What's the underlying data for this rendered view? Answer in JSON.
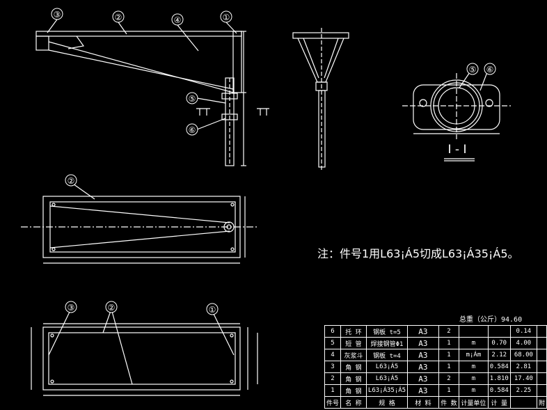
{
  "note": "注：件号1用L63¡Á5切成L63¡Á35¡Á5。",
  "total_weight": "总重（公斤）94.60",
  "section_label": "I - I",
  "callouts": {
    "top_view": [
      "③",
      "②",
      "④",
      "①",
      "⑤",
      "⑥"
    ],
    "section": [
      "⑤",
      "⑥"
    ],
    "plan": [
      "②"
    ],
    "bottom": [
      "③",
      "②",
      "①"
    ]
  },
  "bom": {
    "rows": [
      {
        "no": "6",
        "name": "托 环",
        "spec": "钢板 t=5",
        "material": "A3",
        "qty": "2",
        "unit": "",
        "unit_weight": "",
        "weight": "0.14",
        "remark": ""
      },
      {
        "no": "5",
        "name": "短 管",
        "spec": "焊接钢管Φ1",
        "material": "A3",
        "qty": "1",
        "unit": "m",
        "unit_weight": "0.70",
        "weight": "4.00",
        "remark": ""
      },
      {
        "no": "4",
        "name": "灰浆斗",
        "spec": "钢板 t=4",
        "material": "A3",
        "qty": "1",
        "unit": "m¡Ám",
        "unit_weight": "2.12",
        "weight": "68.00",
        "remark": ""
      },
      {
        "no": "3",
        "name": "角 钢",
        "spec": "L63¡Á5",
        "material": "A3",
        "qty": "1",
        "unit": "m",
        "unit_weight": "0.584",
        "weight": "2.81",
        "remark": ""
      },
      {
        "no": "2",
        "name": "角 钢",
        "spec": "L63¡Á5",
        "material": "A3",
        "qty": "2",
        "unit": "m",
        "unit_weight": "1.810",
        "weight": "17.40",
        "remark": ""
      },
      {
        "no": "1",
        "name": "角 钢",
        "spec": "L63¡Á35¡Á5",
        "material": "A3",
        "qty": "1",
        "unit": "m",
        "unit_weight": "0.584",
        "weight": "2.25",
        "remark": ""
      }
    ],
    "header": {
      "no": "件号",
      "name": "名 称",
      "spec": "规 格",
      "material": "材 料",
      "qty": "件 数",
      "unit": "计量单位",
      "unit_weight": "计 量",
      "weight": "",
      "remark": "附"
    }
  }
}
